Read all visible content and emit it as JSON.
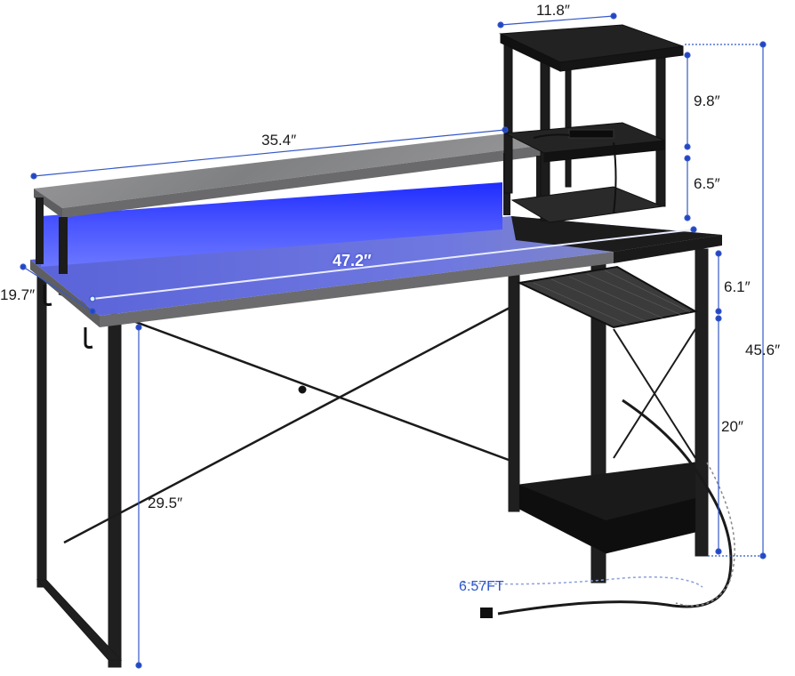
{
  "product": "computer desk with LED hutch, side storage shelves and power cord",
  "dimensions": {
    "hutch_width": "11.8″",
    "hutch_upper_height": "9.8″",
    "hutch_lower_height": "6.5″",
    "monitor_stand_length": "35.4″",
    "desk_length": "47.2″",
    "desk_depth": "19.7″",
    "shelf_gap": "6.1″",
    "total_height": "45.6″",
    "side_shelf_height": "20″",
    "desk_height": "29.5″",
    "cord_length": "6.57FT"
  },
  "colors": {
    "dimension_line": "#3558c8",
    "led_glow": "#2f3cff",
    "frame": "#1c1c1c",
    "wood_top": "#8d8d8f"
  }
}
